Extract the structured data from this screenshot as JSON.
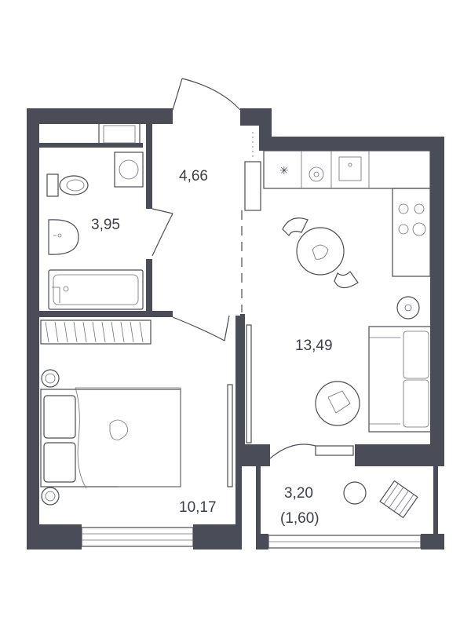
{
  "rooms": {
    "hall": {
      "area": "4,66"
    },
    "bathroom": {
      "area": "3,95"
    },
    "living_kitchen": {
      "area": "13,49"
    },
    "bedroom": {
      "area": "10,17"
    },
    "balcony": {
      "area": "3,20",
      "reduced_area": "(1,60)"
    }
  },
  "colors": {
    "wall": "#4a4d57",
    "background": "#ffffff",
    "text": "#3c3f49"
  }
}
